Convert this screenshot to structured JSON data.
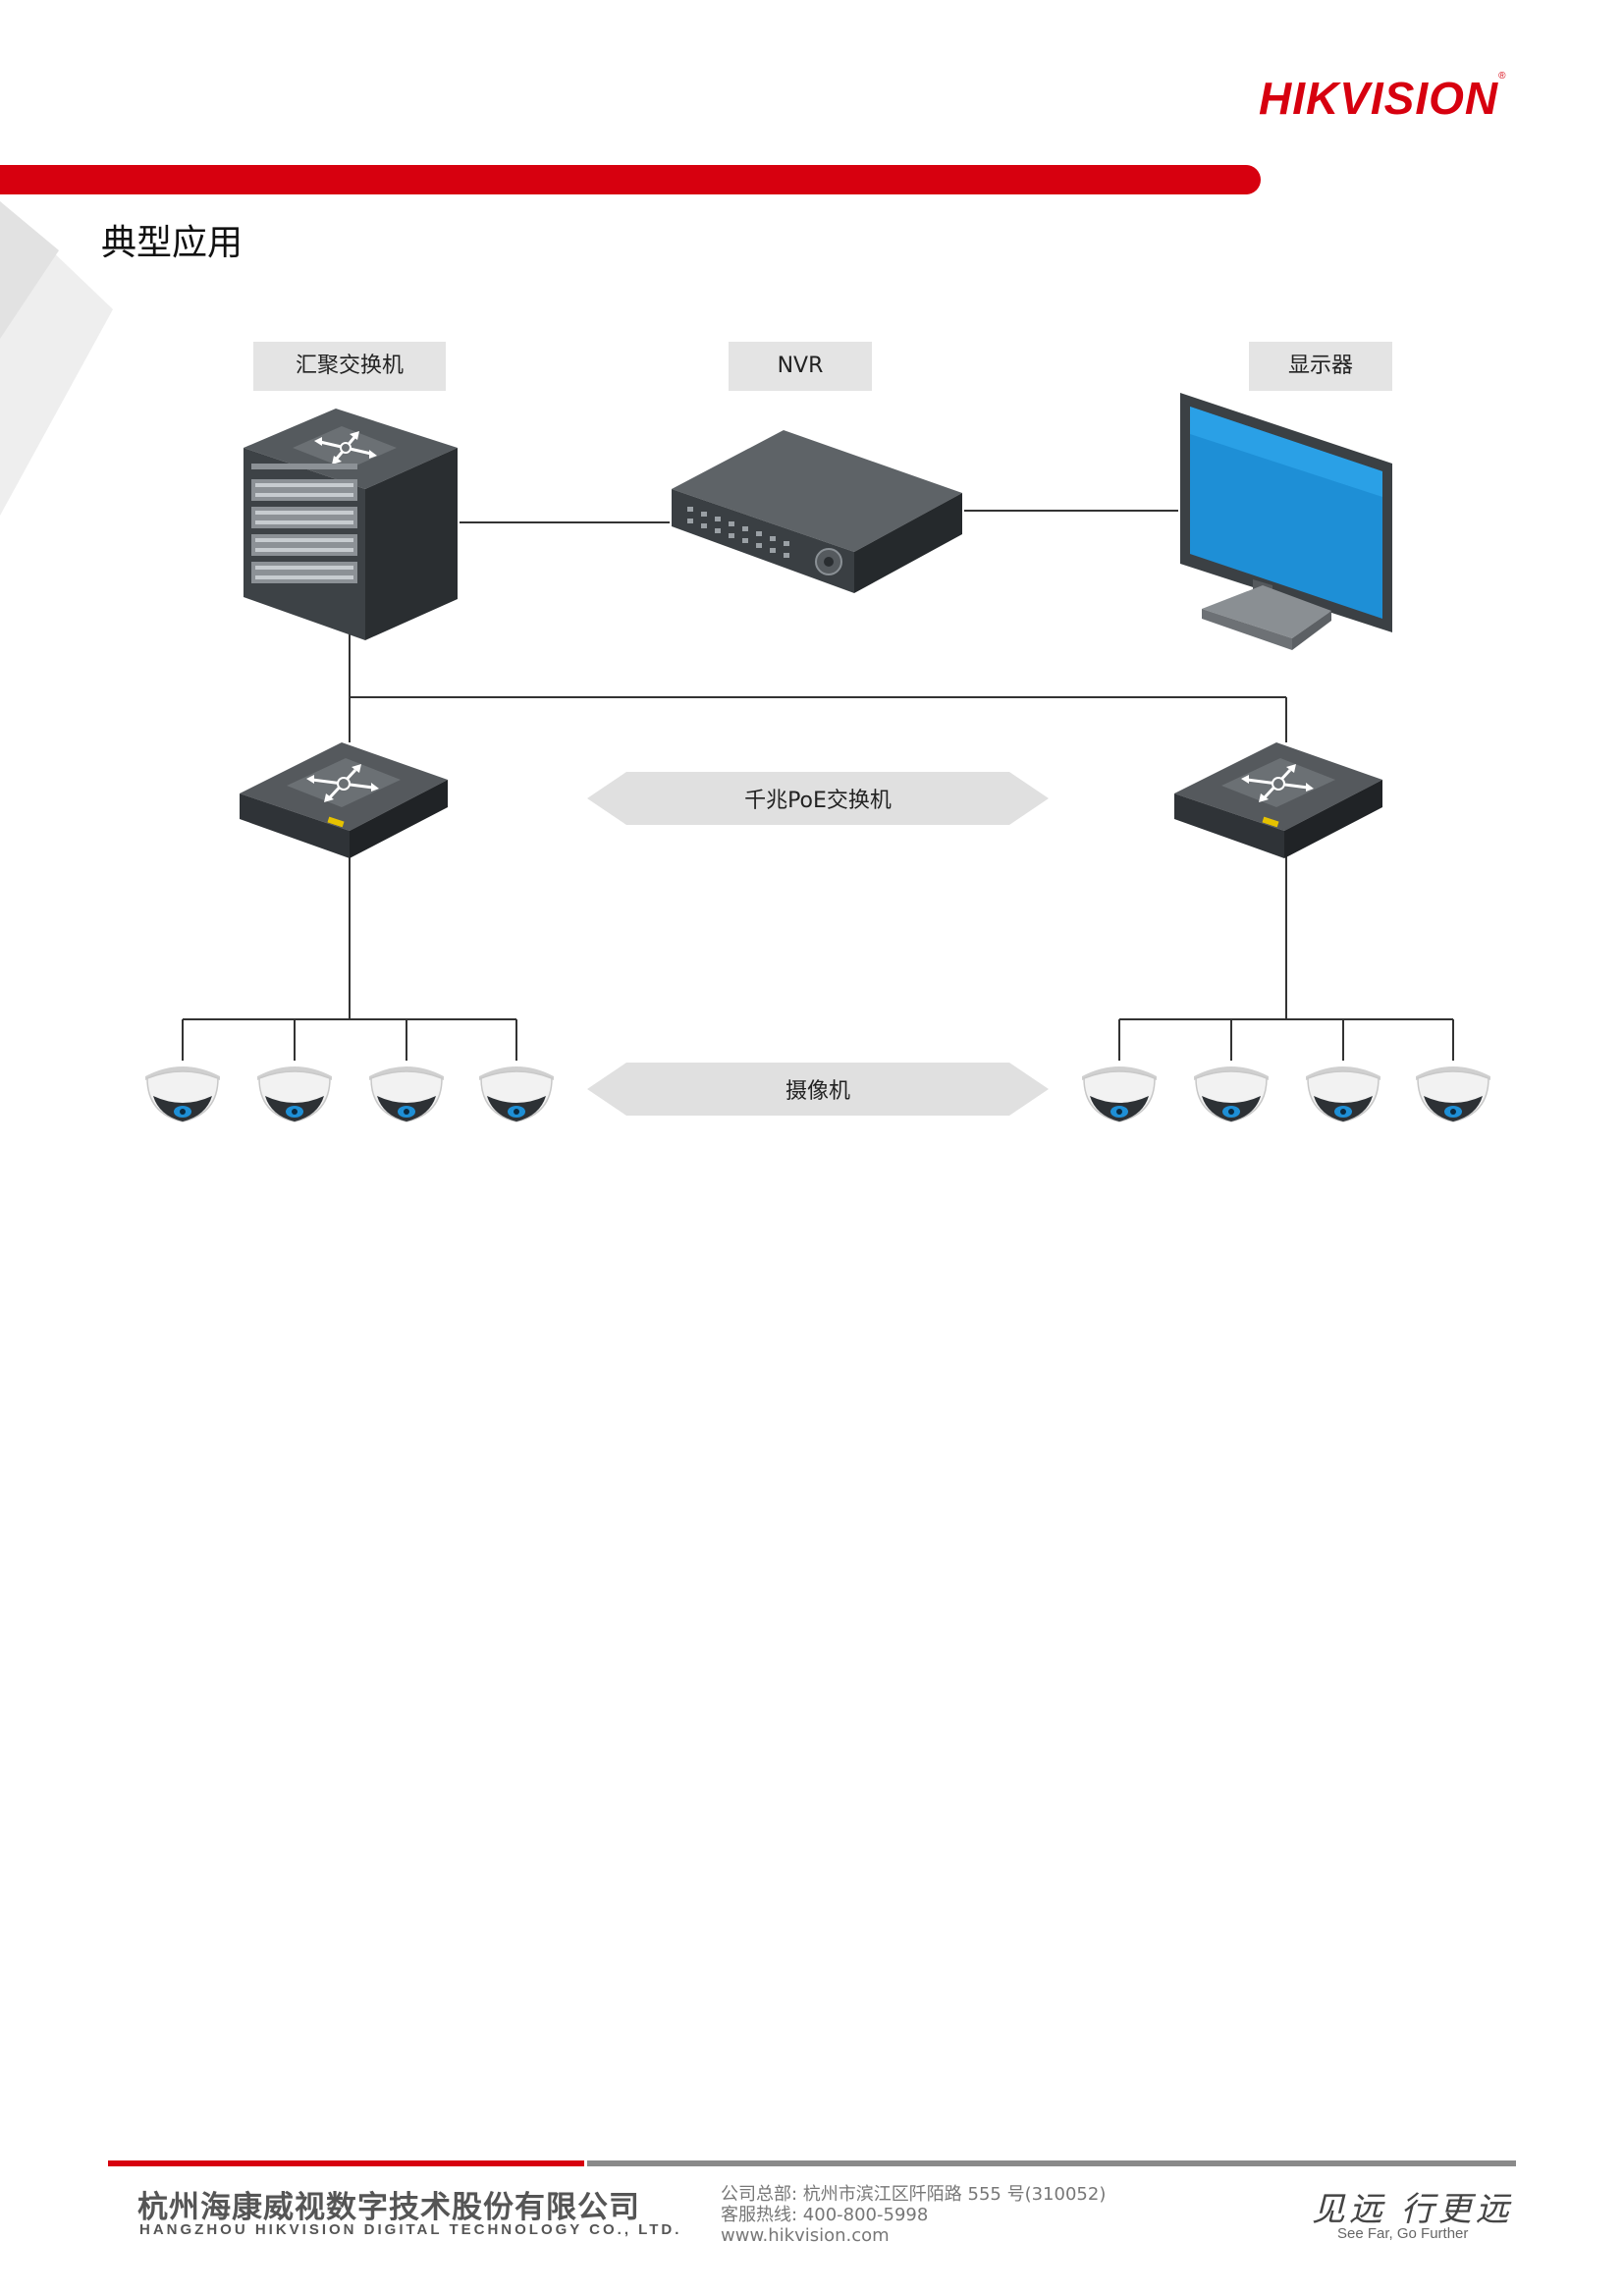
{
  "header": {
    "logo_text": "HIKVISION",
    "logo_reg": "®",
    "brand_color": "#d7000f"
  },
  "section": {
    "title": "典型应用"
  },
  "diagram": {
    "labels": {
      "aggregation_switch": "汇聚交换机",
      "nvr": "NVR",
      "monitor": "显示器",
      "poe_switch": "千兆PoE交换机",
      "camera": "摄像机"
    },
    "icons": [
      "core-switch-icon",
      "nvr-icon",
      "monitor-icon",
      "poe-switch-icon",
      "dome-camera-icon"
    ]
  },
  "footer": {
    "company_cn": "杭州海康威视数字技术股份有限公司",
    "company_en": "HANGZHOU HIKVISION DIGITAL TECHNOLOGY CO., LTD.",
    "address": "公司总部: 杭州市滨江区阡陌路 555 号(310052)",
    "hotline": "客服热线: 400-800-5998",
    "website": "www.hikvision.com",
    "slogan_cn": "见远 行更远",
    "slogan_en": "See Far, Go Further"
  }
}
